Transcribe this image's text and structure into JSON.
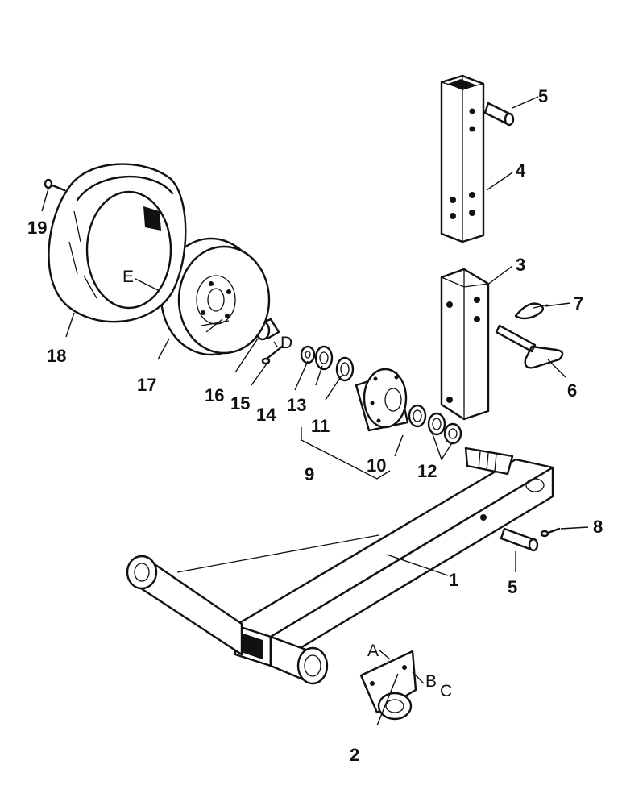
{
  "callouts": {
    "p1": "1",
    "p2": "2",
    "p3": "3",
    "p4": "4",
    "p5a": "5",
    "p5b": "5",
    "p6": "6",
    "p7": "7",
    "p8": "8",
    "p9": "9",
    "p10": "10",
    "p11": "11",
    "p12": "12",
    "p13": "13",
    "p14": "14",
    "p15": "15",
    "p16": "16",
    "p17": "17",
    "p18": "18",
    "p19": "19"
  },
  "letters": {
    "A": "A",
    "B": "B",
    "C": "C",
    "D": "D",
    "E": "E"
  }
}
